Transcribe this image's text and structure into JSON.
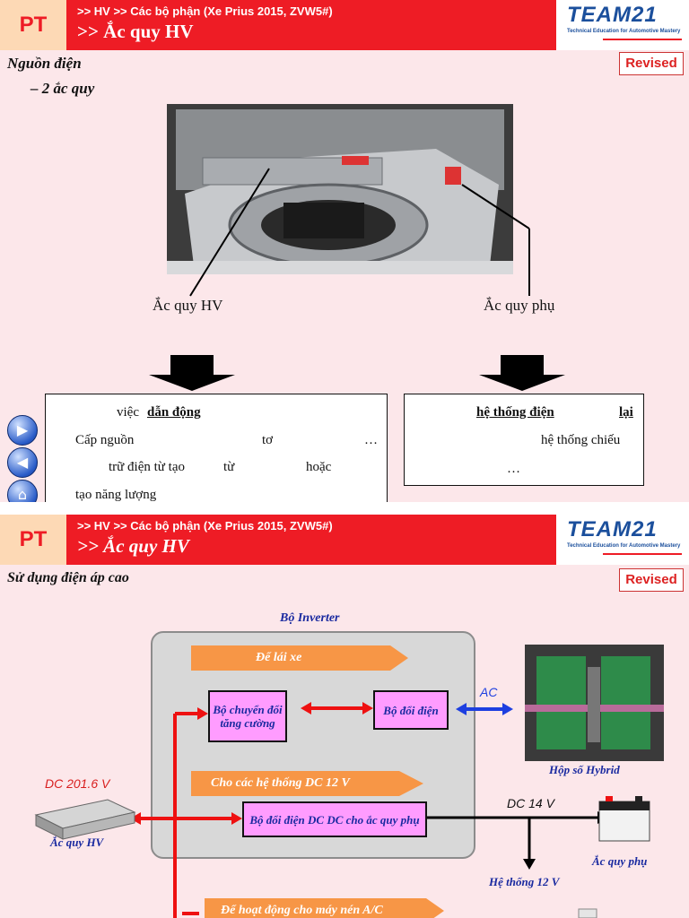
{
  "slide1": {
    "header": {
      "pt_label": "PT",
      "breadcrumb": ">> HV >> Các bộ phận (Xe Prius 2015, ZVW5#)",
      "title": ">> Ắc quy HV"
    },
    "logo": {
      "word": "TEAM21",
      "tagline": "Technical Education for Automotive Mastery"
    },
    "revised_label": "Revised",
    "heading": "Nguồn điện",
    "subheading": "– 2 ắc quy",
    "label_hv": "Ắc quy HV",
    "label_aux": "Ắc quy phụ",
    "left_box": {
      "line1_a": "việc",
      "line1_b": "dẫn động",
      "line2_a": "Cấp nguồn",
      "line2_b": "tơ",
      "line2_c": "…",
      "line3_a": "trữ điện từ tạo",
      "line3_b": "từ",
      "line3_c": "hoặc",
      "line4": "tạo năng lượng"
    },
    "right_box": {
      "line1_a": "hệ thống điện",
      "line1_b": "lại",
      "line2": "hệ thống chiếu",
      "line3": "…"
    },
    "nav": {
      "next_icon": "▶",
      "prev_icon": "◀",
      "home_icon": "⌂"
    }
  },
  "slide2": {
    "header": {
      "pt_label": "PT",
      "breadcrumb": ">> HV >> Các bộ phận (Xe Prius 2015, ZVW5#)",
      "title": ">> Ắc quy HV"
    },
    "logo": {
      "word": "TEAM21",
      "tagline": "Technical Education for Automotive Mastery"
    },
    "revised_label": "Revised",
    "heading": "Sử dụng điện áp cao",
    "inverter_label": "Bộ Inverter",
    "arrow_drive": "Để lái xe",
    "boost_converter": "Bộ chuyển đổi tăng cường",
    "inverter_unit": "Bộ đổi điện",
    "ac_label": "AC",
    "hybrid_transaxle": "Hộp số Hybrid",
    "arrow_dc12": "Cho các hệ thống DC 12 V",
    "dc201": "DC 201.6 V",
    "hv_battery": "Ắc quy HV",
    "dcdc": "Bộ đổi điện DC DC cho ắc quy phụ",
    "dc14": "DC 14 V",
    "aux_battery": "Ắc quy phụ",
    "system12": "Hệ thống 12 V",
    "arrow_ac": "Để hoạt động cho máy nén A/C"
  }
}
